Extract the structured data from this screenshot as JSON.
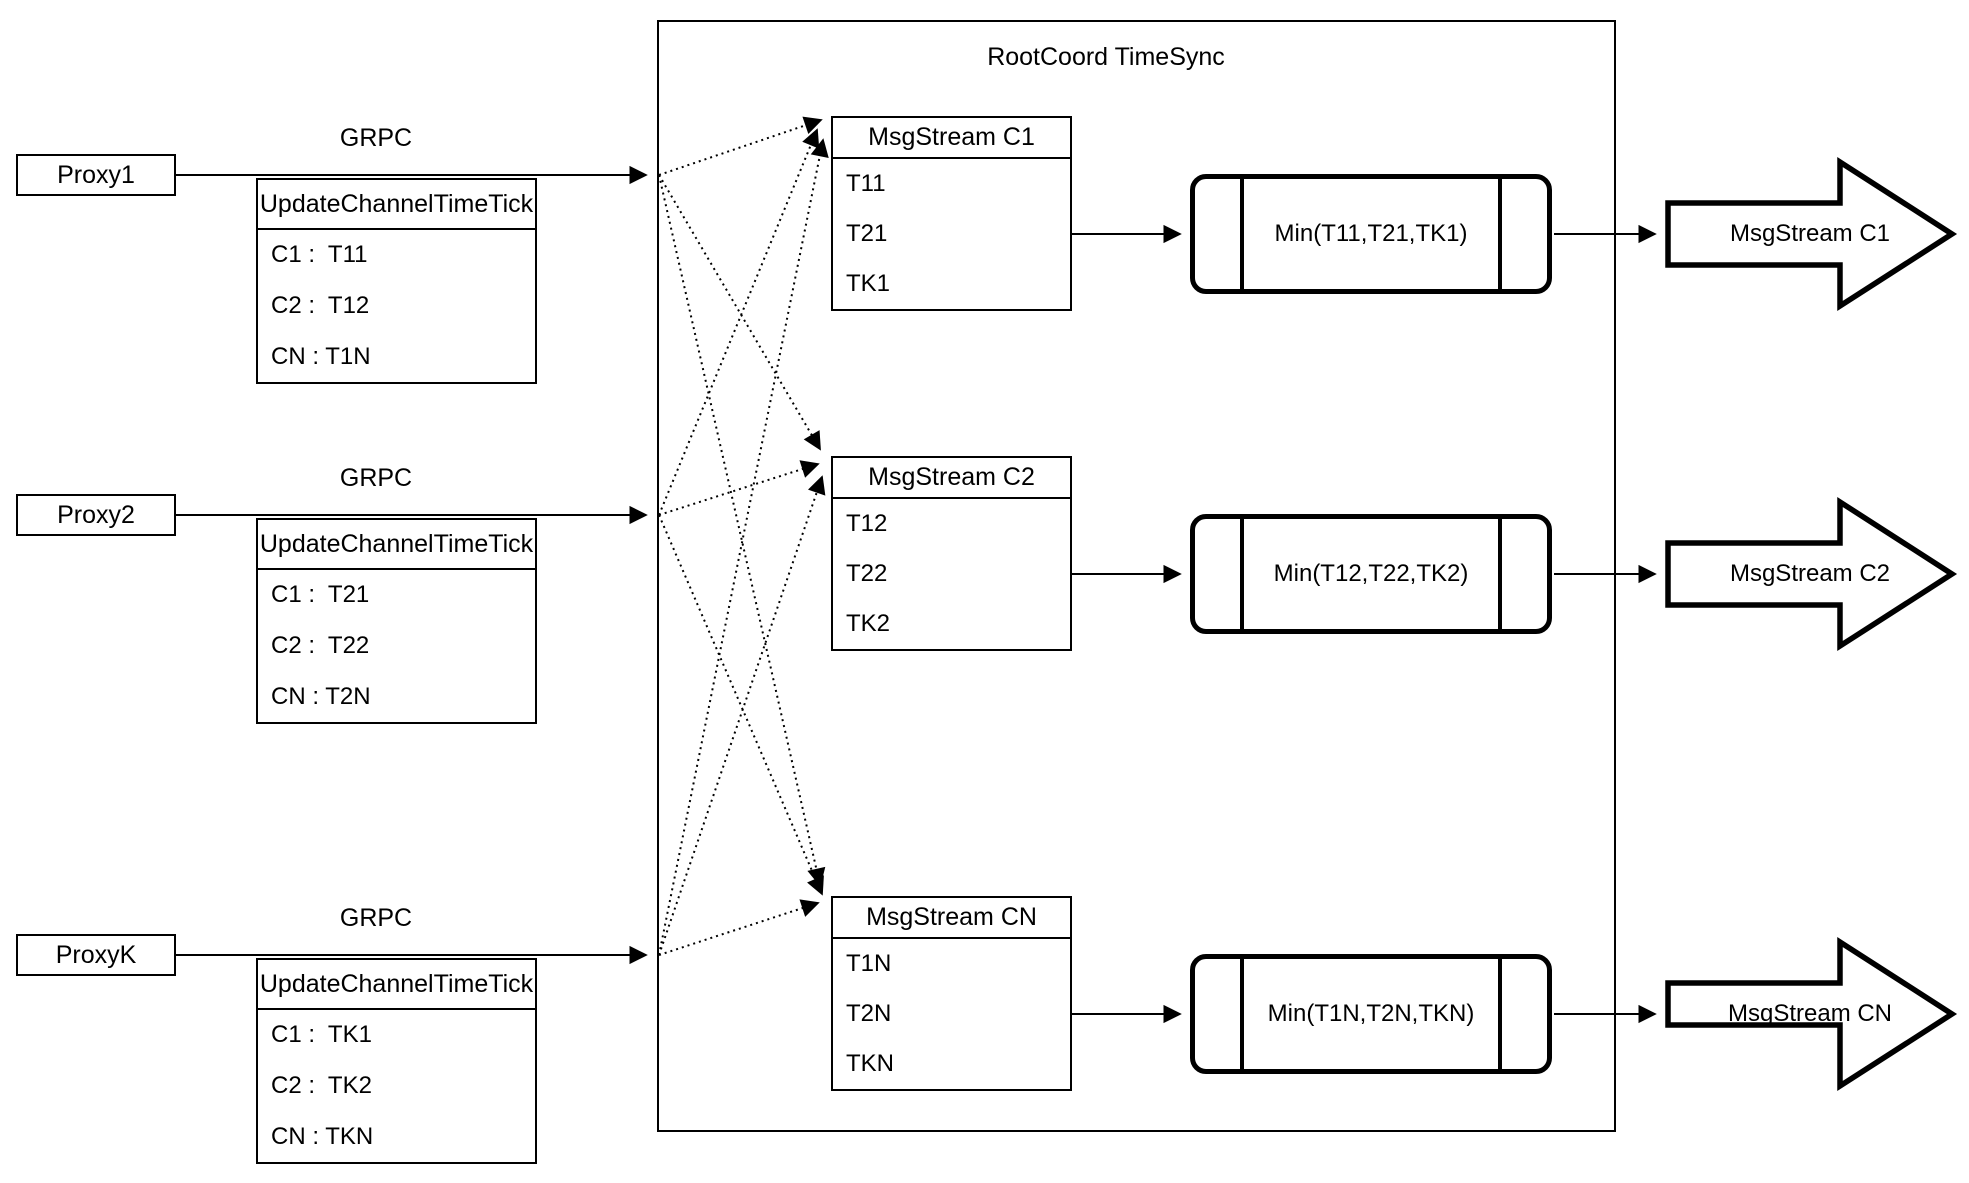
{
  "title": "RootCoord TimeSync",
  "proxies": [
    {
      "name": "Proxy1",
      "protocol": "GRPC",
      "message_type": "UpdateChannelTimeTick",
      "fields": [
        "C1 :  T11",
        "C2 :  T12",
        "CN : T1N"
      ]
    },
    {
      "name": "Proxy2",
      "protocol": "GRPC",
      "message_type": "UpdateChannelTimeTick",
      "fields": [
        "C1 :  T21",
        "C2 :  T22",
        "CN : T2N"
      ]
    },
    {
      "name": "ProxyK",
      "protocol": "GRPC",
      "message_type": "UpdateChannelTimeTick",
      "fields": [
        "C1 :  TK1",
        "C2 :  TK2",
        "CN : TKN"
      ]
    }
  ],
  "streams": [
    {
      "title": "MsgStream C1",
      "ticks": [
        "T11",
        "T21",
        "TK1"
      ],
      "min_label": "Min(T11,T21,TK1)",
      "output_label": "MsgStream C1"
    },
    {
      "title": "MsgStream C2",
      "ticks": [
        "T12",
        "T22",
        "TK2"
      ],
      "min_label": "Min(T12,T22,TK2)",
      "output_label": "MsgStream C2"
    },
    {
      "title": "MsgStream CN",
      "ticks": [
        "T1N",
        "T2N",
        "TKN"
      ],
      "min_label": "Min(T1N,T2N,TKN)",
      "output_label": "MsgStream CN"
    }
  ],
  "colors": {
    "stroke": "#000000",
    "background": "#ffffff"
  }
}
